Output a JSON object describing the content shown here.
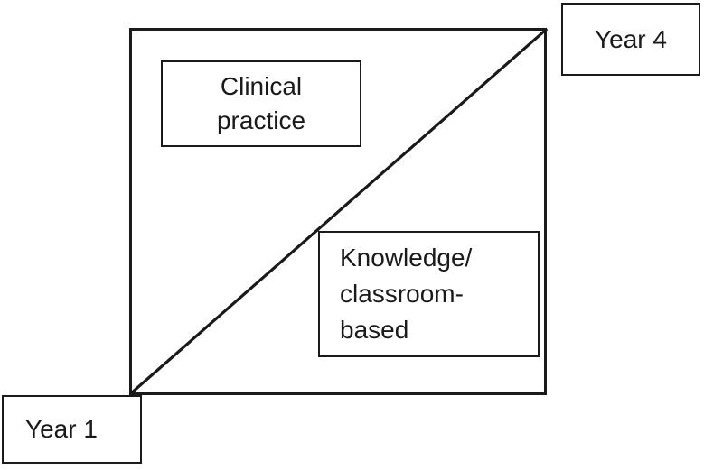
{
  "diagram": {
    "type": "proportion-shift-diagram",
    "description": "Square divided by a diagonal from bottom-left to top-right showing the shifting balance between clinical practice and classroom-based knowledge across years of a curriculum",
    "line_color": "#1a1a1a",
    "background_color": "#ffffff",
    "regions": [
      {
        "id": "clinical",
        "label": "Clinical\npractice",
        "label_line_1": "Clinical",
        "label_line_2": "practice",
        "position": "upper-left"
      },
      {
        "id": "knowledge",
        "label": "Knowledge/\nclassroom-\nbased",
        "label_line_1": "Knowledge/",
        "label_line_2": "classroom-",
        "label_line_3": "based",
        "position": "lower-right"
      }
    ],
    "endpoints": [
      {
        "id": "year-1",
        "label": "Year 1",
        "anchor": "bottom-left"
      },
      {
        "id": "year-4",
        "label": "Year 4",
        "anchor": "top-right"
      }
    ]
  }
}
